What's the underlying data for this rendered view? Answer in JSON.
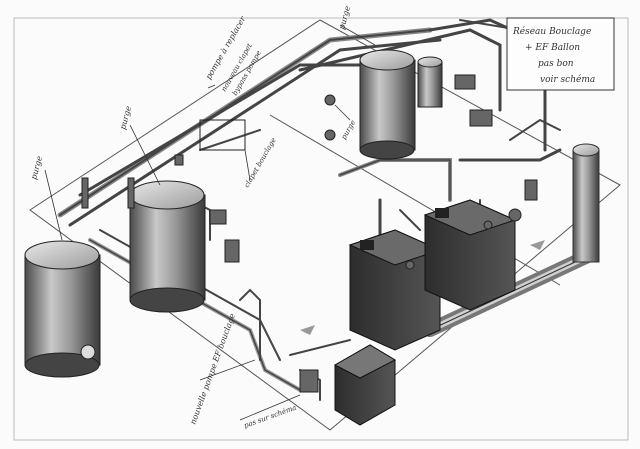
{
  "note_box": {
    "line1": "Réseau Bouclage",
    "line2": "+ EF Ballon",
    "line3": "pas bon",
    "line4": "voir schéma"
  },
  "annotations": {
    "purge_left": "purge",
    "purge_center": "purge",
    "purge_top": "purge",
    "pompe_replacer": "pompe à replacer",
    "nouvelle_clapet": "nouveau clapet",
    "bypass_pompe": "bypass pompe",
    "clapet_bouclage": "clapet bouclage",
    "purge_small": "purge",
    "pompe_ef": "nouvelle pompe EF bouclage",
    "voir_schema": "pas sur schéma"
  },
  "colors": {
    "ink": "#2a2a2a",
    "tank_light": "#d8d8d8",
    "tank_dark": "#5a5a5a",
    "box_dark": "#3a3a3a",
    "paper": "#fbfbfb"
  }
}
